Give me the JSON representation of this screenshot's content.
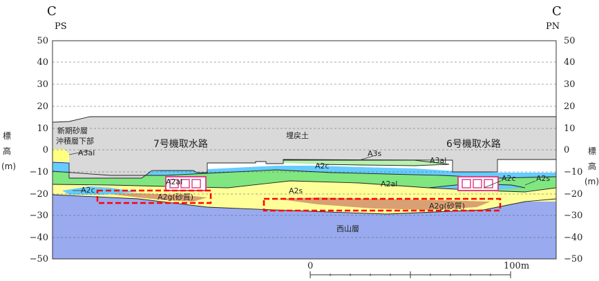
{
  "ends": {
    "left": {
      "letter": "C",
      "code": "PS"
    },
    "right": {
      "letter": "C",
      "code": "PN"
    }
  },
  "axis": {
    "ylabel_chars": [
      "標",
      "高"
    ],
    "unit": "(m)",
    "ticks": [
      "50",
      "40",
      "30",
      "20",
      "10",
      "0",
      "−10",
      "−20",
      "−30",
      "−40",
      "−50"
    ]
  },
  "structures": {
    "no7": "7号機取水路",
    "no6": "6号機取水路"
  },
  "strata": {
    "fill": "埋戻土",
    "new_sand": "新期砂層",
    "lower_alluvium": "沖積層下部",
    "a3al": "A3al",
    "a3s": "A3s",
    "a3al_right": "A3al",
    "a2c_mid": "A2c",
    "a2al_left": "A2al",
    "a2al_mid": "A2al",
    "a2s_mid": "A2s",
    "a2c_left": "A2c",
    "a2c_right": "A2c",
    "a2s_right": "A2s",
    "a2g_left": "A2g(砂質)",
    "a2g_right": "A2g(砂質)",
    "nishiyama": "西山層"
  },
  "scale": {
    "start": "0",
    "end": "100m"
  },
  "colors": {
    "fill": "#d9d9d9",
    "a2c": "#66ccff",
    "a2al": "#80e680",
    "a2s": "#ffff99",
    "a2g": "#d9a073",
    "nishiyama": "#99aaee",
    "structure": "#e0408a",
    "highlight": "#ff0000"
  }
}
